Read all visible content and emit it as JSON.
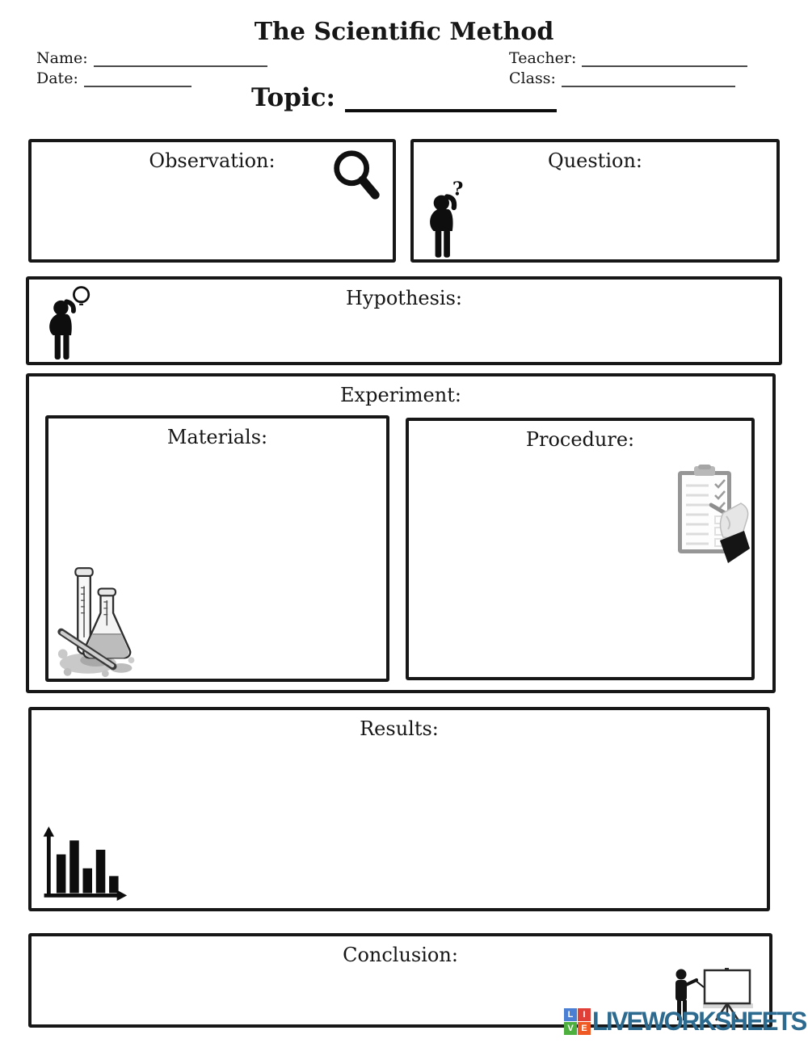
{
  "page": {
    "title": "The Scientific Method",
    "header_fields": {
      "name_label": "Name:",
      "date_label": "Date:",
      "teacher_label": "Teacher:",
      "class_label": "Class:"
    },
    "topic": {
      "label": "Topic:"
    }
  },
  "sections": {
    "observation": {
      "label": "Observation:",
      "icon": "magnifying-glass-icon"
    },
    "question": {
      "label": "Question:",
      "icon": "thinking-person-icon",
      "icon_glyph": "?"
    },
    "hypothesis": {
      "label": "Hypothesis:",
      "icon": "idea-person-lightbulb-icon"
    },
    "experiment": {
      "label": "Experiment:"
    },
    "materials": {
      "label": "Materials:",
      "icon": "lab-flasks-icon"
    },
    "procedure": {
      "label": "Procedure:",
      "icon": "clipboard-checklist-icon"
    },
    "results": {
      "label": "Results:",
      "icon": "bar-chart-icon"
    },
    "conclusion": {
      "label": "Conclusion:",
      "icon": "presentation-board-icon"
    }
  },
  "branding": {
    "logo_text": "LIVEWORKSHEETS",
    "logo_text_color": "#2d6a8f",
    "logo_squares": [
      {
        "letter": "L",
        "color": "#4a7fd4"
      },
      {
        "letter": "I",
        "color": "#e04038"
      },
      {
        "letter": "V",
        "color": "#4caf3e"
      },
      {
        "letter": "E",
        "color": "#ef5a24"
      }
    ]
  }
}
